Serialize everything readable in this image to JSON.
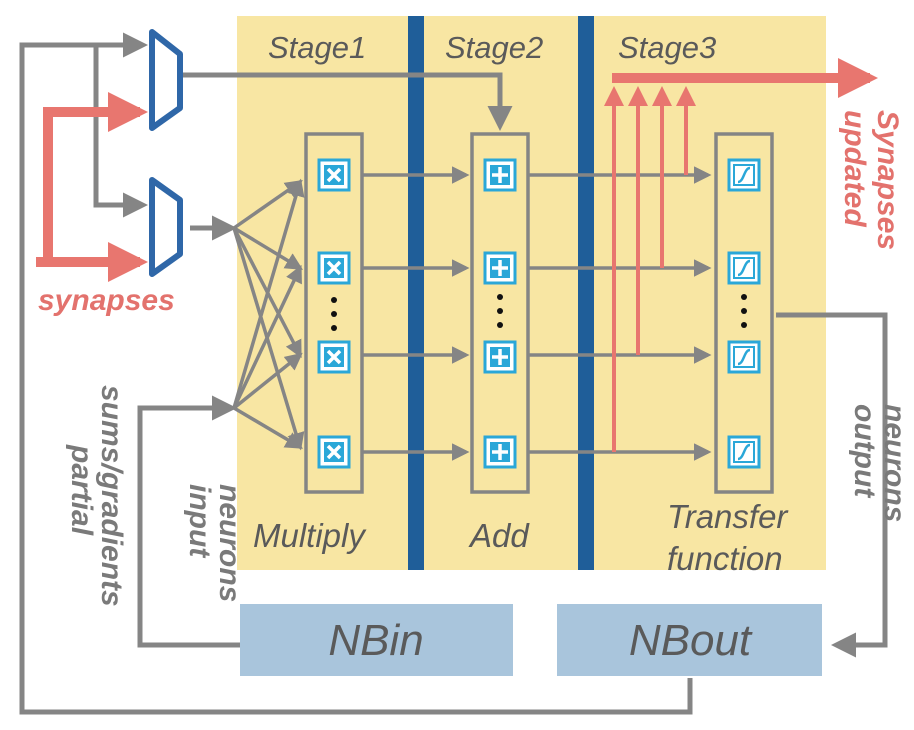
{
  "stages": {
    "stage1": "Stage1",
    "stage2": "Stage2",
    "stage3": "Stage3"
  },
  "operations": {
    "multiply": "Multiply",
    "add": "Add",
    "transfer_line1": "Transfer",
    "transfer_line2": "function"
  },
  "signals": {
    "synapses": "synapses",
    "updated_line1": "updated",
    "updated_line2": "Synapses",
    "input_line1": "input",
    "input_line2": "neurons",
    "output_line1": "output",
    "output_line2": "neurons",
    "partial_line1": "partial",
    "partial_line2": "sums/gradients"
  },
  "buffers": {
    "nbin": "NBin",
    "nbout": "NBout"
  },
  "colors": {
    "stage_bg": "#f8e6a3",
    "divider": "#1f5e99",
    "wire": "#858585",
    "synapse": "#e8766f",
    "unit_icon": "#2aa7d8",
    "buffer": "#a9c5dc"
  },
  "icons": {
    "multiplier": "multiply-icon",
    "adder": "add-icon",
    "transfer": "sigmoid-icon",
    "mux": "mux-icon"
  }
}
